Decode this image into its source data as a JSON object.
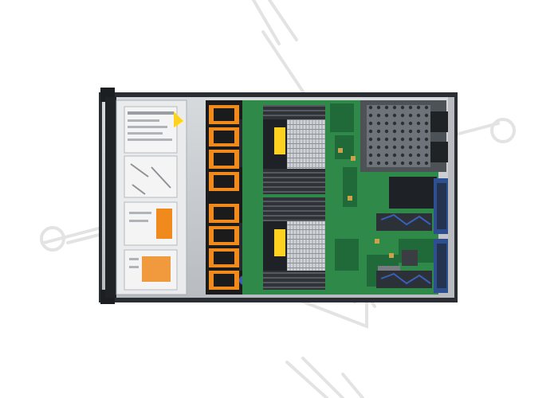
{
  "scene": {
    "subject": "server-chassis-top-view",
    "colors": {
      "background": "#ffffff",
      "chassis_metal": "#c9ccd0",
      "chassis_dark": "#1e2226",
      "pcb_green": "#2f8a4a",
      "pcb_dark_green": "#1f6a38",
      "fan_orange": "#f08a1c",
      "fan_black": "#1b1b1b",
      "heatsink_silver": "#b9bcc0",
      "dimm_dark": "#3a3d42",
      "psu_gray": "#8f949a",
      "riser_blue": "#2d4f8f",
      "label_yellow": "#ffd21f",
      "accent_green_tab": "#39c24a",
      "watermark": "#e3e3e3"
    },
    "counts": {
      "fans": 8,
      "cpus": 2,
      "psus": 2,
      "risers": 2
    }
  }
}
